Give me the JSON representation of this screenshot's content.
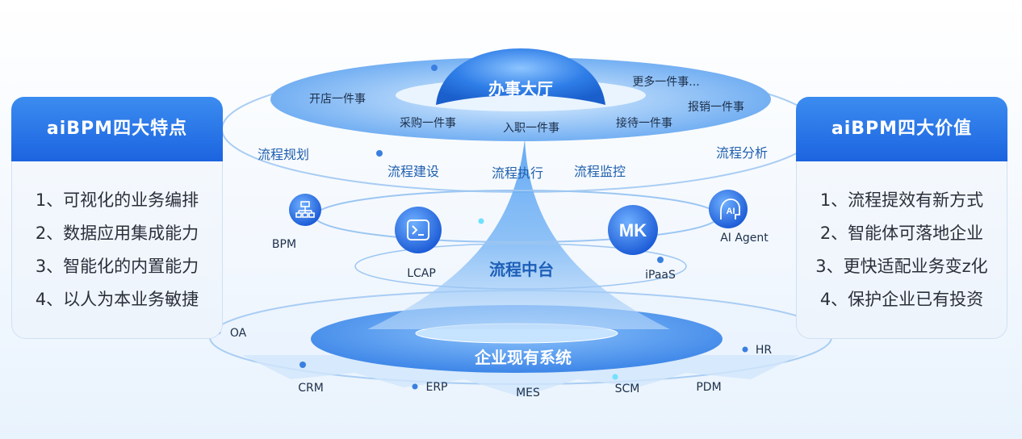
{
  "left_panel": {
    "title": "aiBPM四大特点",
    "items": [
      "1、可视化的业务编排",
      "2、数据应用集成能力",
      "3、智能化的内置能力",
      "4、以人为本业务敏捷"
    ]
  },
  "right_panel": {
    "title": "aiBPM四大价值",
    "items": [
      "1、流程提效有新方式",
      "2、智能体可落地企业",
      "3、更快适配业务变z化",
      "4、保护企业已有投资"
    ]
  },
  "top_layer": {
    "title": "办事大厅",
    "items": [
      "开店一件事",
      "采购一件事",
      "入职一件事",
      "接待一件事",
      "报销一件事",
      "更多一件事..."
    ]
  },
  "process_ring": {
    "items": [
      "流程规划",
      "流程建设",
      "流程执行",
      "流程监控",
      "流程分析"
    ]
  },
  "middle_layer": {
    "title": "流程中台",
    "modules": [
      {
        "label": "BPM",
        "icon": "org-chart-icon"
      },
      {
        "label": "LCAP",
        "icon": "terminal-icon"
      },
      {
        "label": "iPaaS",
        "icon": "mk-icon",
        "icon_text": "MK"
      },
      {
        "label": "AI Agent",
        "icon": "ai-head-icon",
        "icon_text": "AI"
      }
    ]
  },
  "bottom_layer": {
    "title": "企业现有系统",
    "systems": [
      "OA",
      "CRM",
      "ERP",
      "MES",
      "SCM",
      "PDM",
      "HR"
    ]
  },
  "colors": {
    "primary": "#1c64e0",
    "accent": "#3b8cf0",
    "text": "#1c2f4a",
    "ring": "#9cc6f2"
  }
}
